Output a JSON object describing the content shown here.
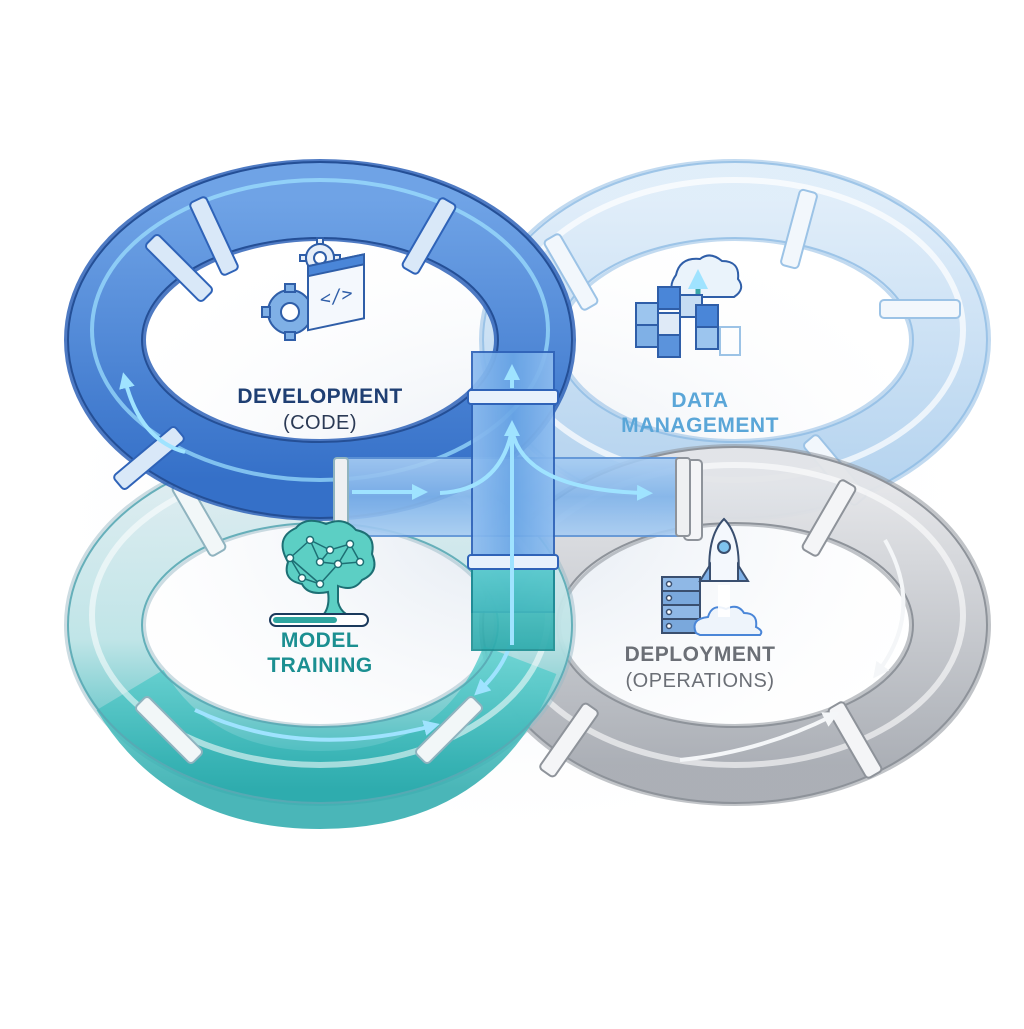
{
  "diagram": {
    "type": "infinity-loop-cycle",
    "description": "Four interlocking transparent pipe loops representing an MLOps lifecycle, joined at a central cross junction with flow arrows",
    "colors": {
      "development": "#4a86d8",
      "development_dark": "#2f63b8",
      "data_management": "#b8d6f2",
      "model_training": "#3fbdbf",
      "deployment": "#b9bcc2",
      "junction": "#7fb3ea",
      "arrow_light": "#9fe3ff",
      "text_dev": "#1f3f73",
      "text_data": "#5aa6d8",
      "text_model": "#1b8f91",
      "text_deploy": "#6b6f76"
    },
    "stages": [
      {
        "id": "development",
        "title": "DEVELOPMENT",
        "subtitle": "(CODE)",
        "icon": "gears-code-window-icon"
      },
      {
        "id": "data_management",
        "title": "DATA",
        "subtitle": "MANAGEMENT",
        "icon": "data-cubes-cloud-upload-icon"
      },
      {
        "id": "model_training",
        "title": "MODEL",
        "subtitle": "TRAINING",
        "icon": "neural-brain-progress-bar-icon"
      },
      {
        "id": "deployment",
        "title": "DEPLOYMENT",
        "subtitle": "(OPERATIONS)",
        "icon": "rocket-server-launch-icon"
      }
    ],
    "flows": [
      {
        "from": "development",
        "to": "junction",
        "direction": "right"
      },
      {
        "from": "junction",
        "to": "data_management",
        "direction": "right"
      },
      {
        "from": "model_training",
        "to": "junction",
        "direction": "up"
      },
      {
        "from": "junction",
        "to": "development",
        "direction": "up"
      },
      {
        "from": "deployment",
        "to": "model_training",
        "direction": "loop"
      }
    ]
  }
}
